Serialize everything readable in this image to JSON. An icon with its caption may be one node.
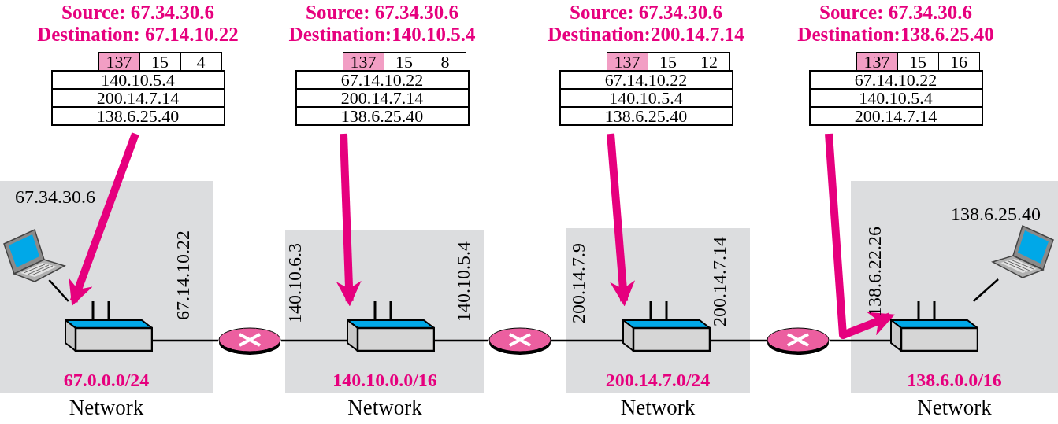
{
  "diagram": {
    "nodes": [
      {
        "text": [
          "Source: 67.34.30.6",
          "Destination: 67.14.10.22",
          "137",
          "15",
          "4",
          "140.10.5.4",
          "200.14.7.14",
          "138.6.25.40"
        ]
      },
      {
        "text": [
          "Source: 67.34.30.6",
          "Destination:140.10.5.4",
          "137",
          "15",
          "8",
          "67.14.10.22",
          "200.14.7.14",
          "138.6.25.40"
        ]
      },
      {
        "text": [
          "Source: 67.34.30.6",
          "Destination:200.14.7.14",
          "137",
          "15",
          "12",
          "67.14.10.22",
          "140.10.5.4",
          "138.6.25.40"
        ]
      },
      {
        "text": [
          "Source: 67.34.30.6",
          "Destination:138.6.25.40",
          "137",
          "15",
          "16",
          "67.14.10.22",
          "140.10.5.4",
          "200.14.7.14"
        ]
      },
      {
        "text": [
          "67.0.0.0/24",
          "Network"
        ]
      },
      {
        "text": [],
        "shape": "picture",
        "in": 4
      },
      {
        "text": [],
        "shape": "box",
        "in": 4
      },
      {
        "text": [],
        "shape": "circle"
      },
      {
        "text": [
          "140.10.0.0/16",
          "Network"
        ]
      },
      {
        "text": [],
        "shape": "box",
        "in": 8
      },
      {
        "text": [],
        "shape": "circle"
      },
      {
        "text": [
          "200.14.7.0/24",
          "Network"
        ]
      },
      {
        "text": [],
        "shape": "box",
        "in": 11
      },
      {
        "text": [],
        "shape": "circle"
      },
      {
        "text": [
          "138.6.0.0/16",
          "Network"
        ]
      },
      {
        "text": [],
        "shape": "box",
        "in": 14
      },
      {
        "text": [],
        "shape": "picture",
        "in": 14
      }
    ],
    "edges": [
      {
        "from": 0,
        "to": 6,
        "arrow": "to",
        "style": "thick",
        "color": "#e6007e"
      },
      {
        "from": 1,
        "to": 9,
        "arrow": "to",
        "style": "thick",
        "color": "#e6007e"
      },
      {
        "from": 2,
        "to": 12,
        "arrow": "to",
        "style": "thick",
        "color": "#e6007e"
      },
      {
        "from": 3,
        "to": 15,
        "arrow": "to",
        "style": "thick",
        "color": "#e6007e"
      },
      {
        "from": 5,
        "to": 6,
        "arrow": "none"
      },
      {
        "from": 6,
        "to": 7,
        "arrow": "none"
      },
      {
        "from": 7,
        "to": 9,
        "arrow": "none"
      },
      {
        "from": 9,
        "to": 10,
        "arrow": "none"
      },
      {
        "from": 10,
        "to": 12,
        "arrow": "none"
      },
      {
        "from": 12,
        "to": 13,
        "arrow": "none"
      },
      {
        "from": 13,
        "to": 15,
        "arrow": "none"
      },
      {
        "from": 15,
        "to": 16,
        "arrow": "none"
      }
    ],
    "labels": [
      "67.34.30.6",
      "67.14.10.22",
      "140.10.6.3",
      "140.10.5.4",
      "200.14.7.9",
      "200.14.7.14",
      "138.6.22.26",
      "138.6.25.40"
    ]
  }
}
